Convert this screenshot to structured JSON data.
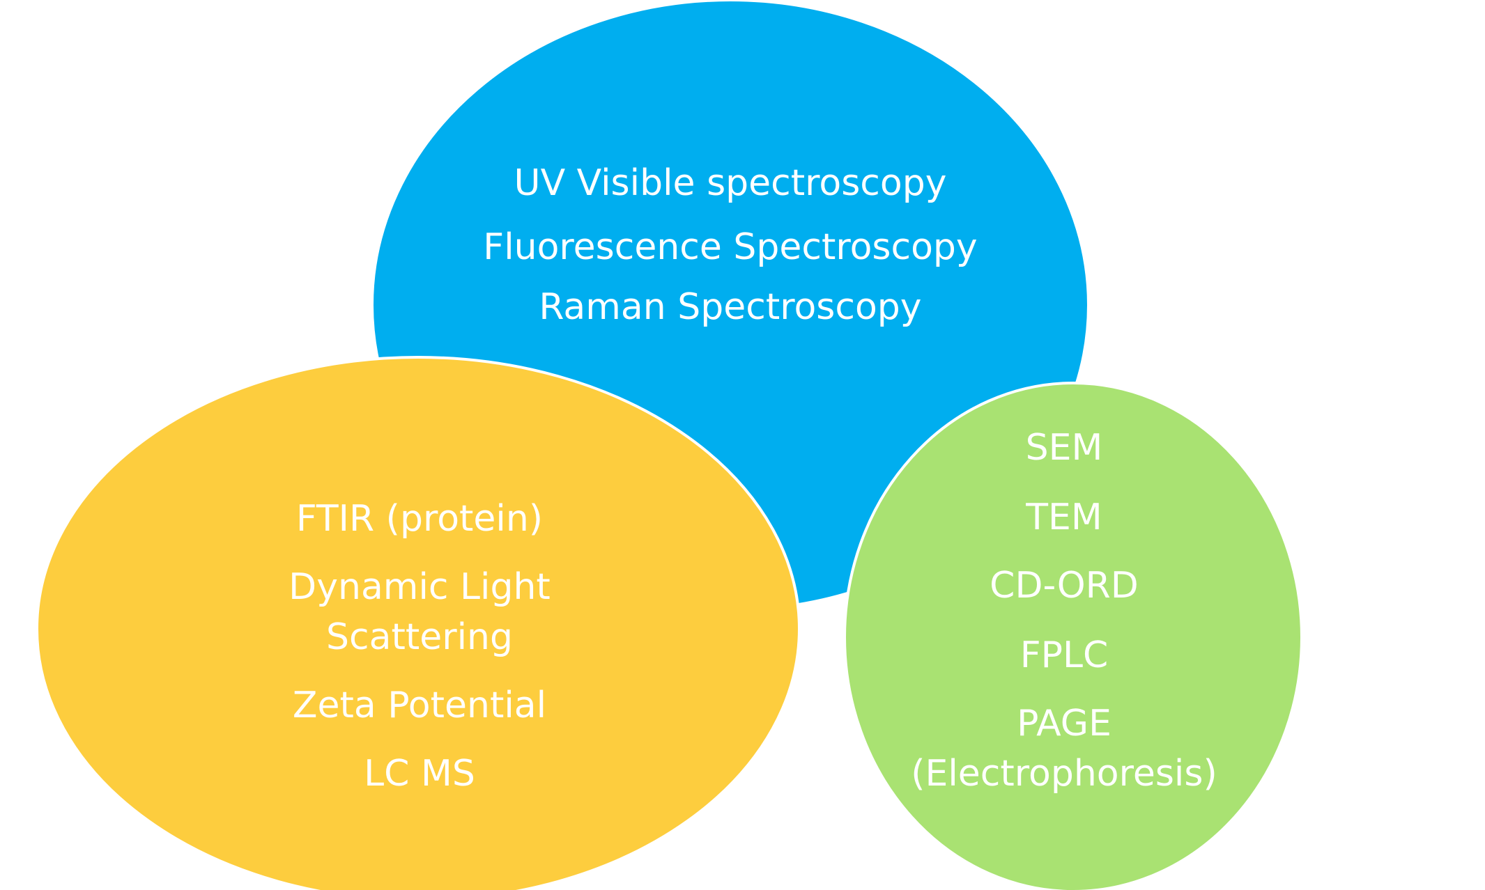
{
  "colors": {
    "top_circle": "#00AEEF",
    "left_circle": "#FDCD3E",
    "right_circle": "#A9E272",
    "text": "#FFFFFF",
    "outline": "#FFFFFF"
  },
  "circles": {
    "top": {
      "items": [
        "UV Visible spectroscopy",
        "Fluorescence Spectroscopy",
        "Raman Spectroscopy"
      ]
    },
    "left": {
      "items": [
        "FTIR (protein)",
        "Dynamic Light",
        "Scattering",
        "Zeta Potential",
        "LC MS"
      ]
    },
    "right": {
      "items": [
        "SEM",
        "TEM",
        "CD-ORD",
        "FPLC",
        "PAGE",
        "(Electrophoresis)"
      ]
    }
  }
}
